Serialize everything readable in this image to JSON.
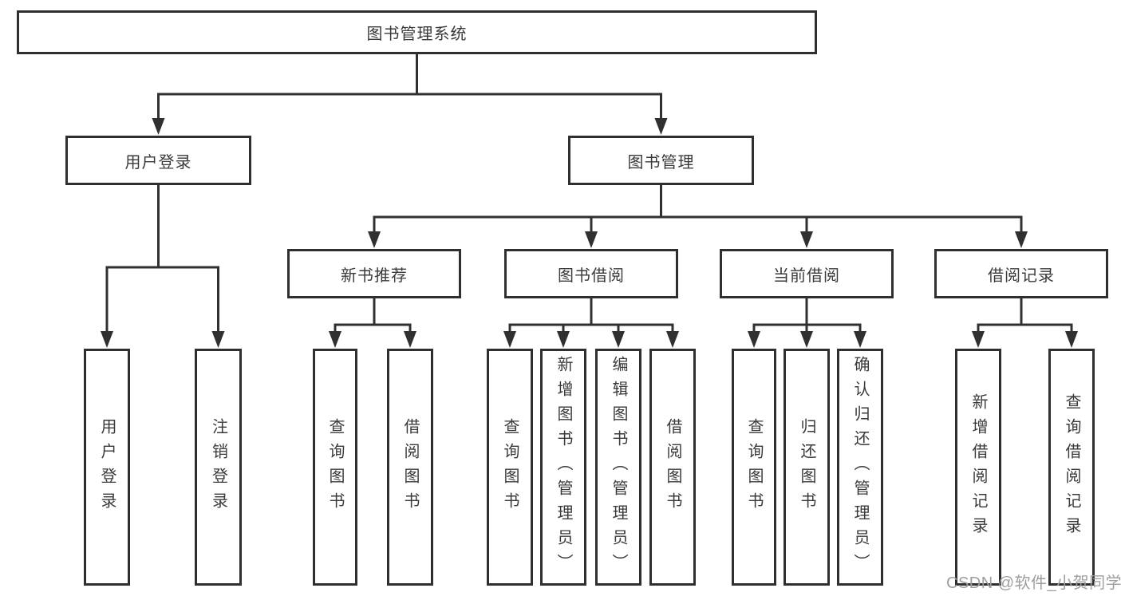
{
  "diagram": {
    "watermark": "CSDN @软件_小贺同学",
    "colors": {
      "line": "#303030",
      "border": "#2f2f2f",
      "text": "#3a3a3a",
      "watermark": "#9e9e9e",
      "background": "#ffffff"
    },
    "tree": {
      "id": "system",
      "label": "图书管理系统",
      "children": [
        {
          "id": "user-login",
          "label": "用户登录",
          "children": [
            {
              "id": "user-login-leaf",
              "label": "用户登录"
            },
            {
              "id": "logout-leaf",
              "label": "注销登录"
            }
          ]
        },
        {
          "id": "book-management",
          "label": "图书管理",
          "children": [
            {
              "id": "new-book-recommend",
              "label": "新书推荐",
              "children": [
                {
                  "id": "nbr-query-books",
                  "label": "查询图书"
                },
                {
                  "id": "nbr-borrow-books",
                  "label": "借阅图书"
                }
              ]
            },
            {
              "id": "book-borrowing",
              "label": "图书借阅",
              "children": [
                {
                  "id": "bb-query-books",
                  "label": "查询图书"
                },
                {
                  "id": "bb-add-books",
                  "label": "新增图书（管理员）"
                },
                {
                  "id": "bb-edit-books",
                  "label": "编辑图书（管理员）"
                },
                {
                  "id": "bb-borrow-books",
                  "label": "借阅图书"
                }
              ]
            },
            {
              "id": "current-borrowing",
              "label": "当前借阅",
              "children": [
                {
                  "id": "cb-query-books",
                  "label": "查询图书"
                },
                {
                  "id": "cb-return-books",
                  "label": "归还图书"
                },
                {
                  "id": "cb-confirm-return",
                  "label": "确认归还（管理员）"
                }
              ]
            },
            {
              "id": "borrowing-records",
              "label": "借阅记录",
              "children": [
                {
                  "id": "br-add-record",
                  "label": "新增借阅记录"
                },
                {
                  "id": "br-query-record",
                  "label": "查询借阅记录"
                }
              ]
            }
          ]
        }
      ]
    }
  }
}
